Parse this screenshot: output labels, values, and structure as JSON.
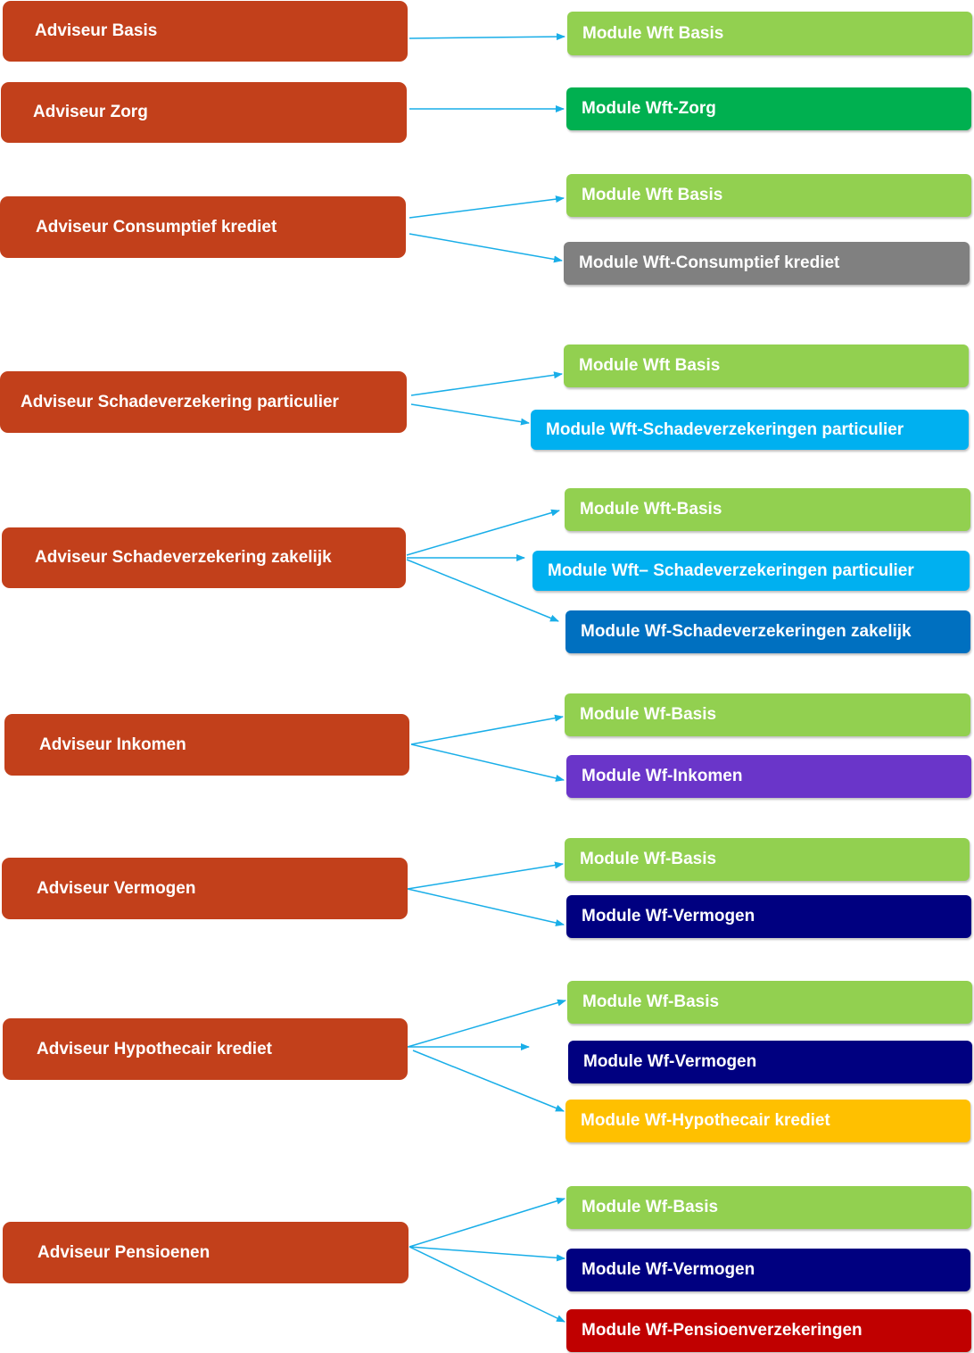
{
  "colors": {
    "adviseur": "#c2401b",
    "arrow": "#19aee8",
    "basis": "#92d050",
    "zorg": "#00b050",
    "consumptief": "#808080",
    "particulier": "#00b0f0",
    "zakelijk": "#0070c0",
    "inkomen": "#6a35c9",
    "vermogen": "#000080",
    "hypotheek": "#ffc000",
    "pensioen": "#c00000"
  },
  "adviseurs": [
    {
      "id": "a1",
      "label": "Adviseur Basis"
    },
    {
      "id": "a2",
      "label": "Adviseur Zorg"
    },
    {
      "id": "a3",
      "label": "Adviseur Consumptief krediet"
    },
    {
      "id": "a4",
      "label": "Adviseur Schadeverzekering particulier"
    },
    {
      "id": "a5",
      "label": "Adviseur Schadeverzekering zakelijk"
    },
    {
      "id": "a6",
      "label": "Adviseur Inkomen"
    },
    {
      "id": "a7",
      "label": "Adviseur Vermogen"
    },
    {
      "id": "a8",
      "label": "Adviseur Hypothecair krediet"
    },
    {
      "id": "a9",
      "label": "Adviseur Pensioenen"
    }
  ],
  "modules": [
    {
      "id": "m1",
      "label": "Module Wft Basis",
      "color": "basis"
    },
    {
      "id": "m2",
      "label": "Module Wft-Zorg",
      "color": "zorg"
    },
    {
      "id": "m3",
      "label": "Module Wft Basis",
      "color": "basis"
    },
    {
      "id": "m4",
      "label": "Module Wft-Consumptief krediet",
      "color": "consumptief"
    },
    {
      "id": "m5",
      "label": "Module Wft Basis",
      "color": "basis"
    },
    {
      "id": "m6",
      "label": "Module Wft-Schadeverzekeringen particulier",
      "color": "particulier"
    },
    {
      "id": "m7",
      "label": "Module Wft-Basis",
      "color": "basis"
    },
    {
      "id": "m8",
      "label": "Module Wft– Schadeverzekeringen particulier",
      "color": "particulier"
    },
    {
      "id": "m9",
      "label": "Module Wf-Schadeverzekeringen zakelijk",
      "color": "zakelijk"
    },
    {
      "id": "m10",
      "label": "Module Wf-Basis",
      "color": "basis"
    },
    {
      "id": "m11",
      "label": "Module Wf-Inkomen",
      "color": "inkomen"
    },
    {
      "id": "m12",
      "label": "Module Wf-Basis",
      "color": "basis"
    },
    {
      "id": "m13",
      "label": "Module Wf-Vermogen",
      "color": "vermogen"
    },
    {
      "id": "m14",
      "label": "Module Wf-Basis",
      "color": "basis"
    },
    {
      "id": "m15",
      "label": "Module Wf-Vermogen",
      "color": "vermogen"
    },
    {
      "id": "m16",
      "label": "Module Wf-Hypothecair krediet",
      "color": "hypotheek"
    },
    {
      "id": "m17",
      "label": "Module Wf-Basis",
      "color": "basis"
    },
    {
      "id": "m18",
      "label": "Module Wf-Vermogen",
      "color": "vermogen"
    },
    {
      "id": "m19",
      "label": "Module Wf-Pensioenverzekeringen",
      "color": "pensioen"
    }
  ],
  "edges": [
    {
      "from": "a1",
      "to": "m1"
    },
    {
      "from": "a2",
      "to": "m2"
    },
    {
      "from": "a3",
      "to": "m3"
    },
    {
      "from": "a3",
      "to": "m4"
    },
    {
      "from": "a4",
      "to": "m5"
    },
    {
      "from": "a4",
      "to": "m6"
    },
    {
      "from": "a5",
      "to": "m7"
    },
    {
      "from": "a5",
      "to": "m8"
    },
    {
      "from": "a5",
      "to": "m9"
    },
    {
      "from": "a6",
      "to": "m10"
    },
    {
      "from": "a6",
      "to": "m11"
    },
    {
      "from": "a7",
      "to": "m12"
    },
    {
      "from": "a7",
      "to": "m13"
    },
    {
      "from": "a8",
      "to": "m14"
    },
    {
      "from": "a8",
      "to": "m15"
    },
    {
      "from": "a8",
      "to": "m16"
    },
    {
      "from": "a9",
      "to": "m17"
    },
    {
      "from": "a9",
      "to": "m18"
    },
    {
      "from": "a9",
      "to": "m19"
    }
  ]
}
